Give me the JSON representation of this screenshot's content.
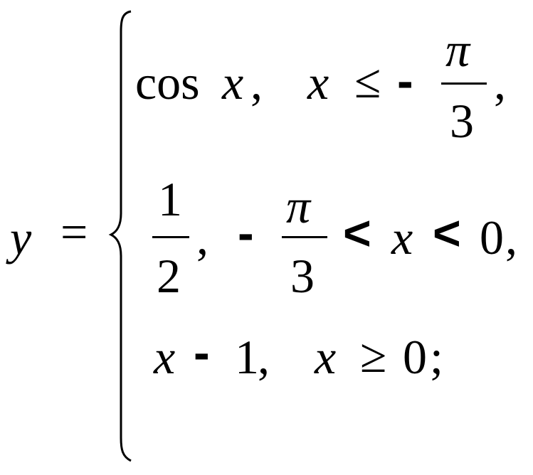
{
  "formula": {
    "lhs_var": "y",
    "equals": "=",
    "cases": [
      {
        "expr_func": "cos",
        "expr_var": "x",
        "comma1": ",",
        "cond_var": "x",
        "cond_rel": "≤",
        "cond_minus": "-",
        "frac_num": "π",
        "frac_den": "3",
        "comma2": ","
      },
      {
        "frac1_num": "1",
        "frac1_den": "2",
        "comma1": ",",
        "minus": "-",
        "frac2_num": "π",
        "frac2_den": "3",
        "lt1": "<",
        "var": "x",
        "lt2": "<",
        "zero": "0",
        "comma2": ","
      },
      {
        "expr_var": "x",
        "minus": "-",
        "one": "1",
        "comma1": ",",
        "cond_var": "x",
        "cond_rel": "≥",
        "zero": "0",
        "semicolon": ";"
      }
    ]
  }
}
